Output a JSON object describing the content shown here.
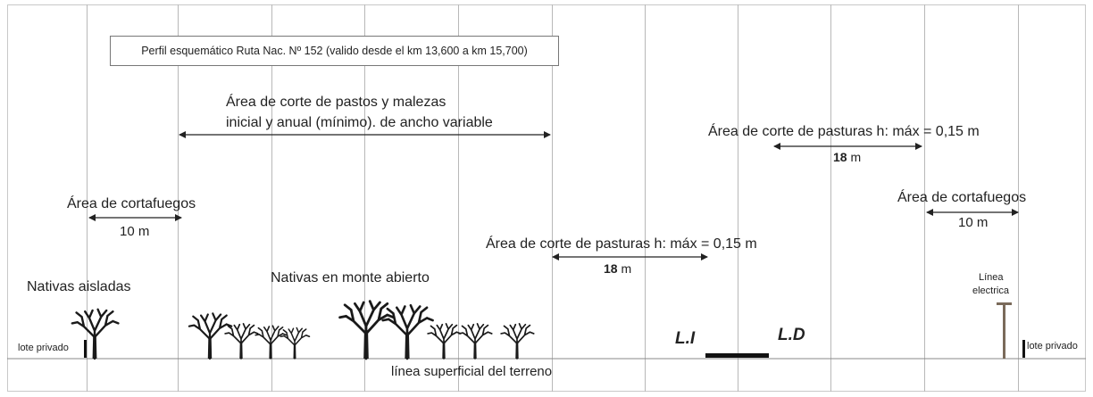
{
  "title_box": "Perfil esquemático Ruta Nac. Nº 152 (valido desde el km 13,600 a km 15,700)",
  "areas": {
    "pastos_line1": "Área de corte de pastos y malezas",
    "pastos_line2": "inicial y anual (mínimo). de ancho variable",
    "pasturas_right_label": "Área de corte de pasturas h: máx = 0,15 m",
    "pasturas_right_num": "18",
    "pasturas_right_unit": " m",
    "pasturas_left_label": "Área de corte de pasturas h: máx = 0,15 m",
    "pasturas_left_num": "18",
    "pasturas_left_unit": " m",
    "cortafuegos_left_label": "Área de cortafuegos",
    "cortafuegos_left_dim": "10 m",
    "cortafuegos_right_label": "Área de cortafuegos",
    "cortafuegos_right_dim": "10 m"
  },
  "vegetation": {
    "nativas_aisladas": "Nativas aisladas",
    "nativas_monte": "Nativas en monte abierto"
  },
  "road": {
    "li": "L.I",
    "ld": "L.D"
  },
  "utility": {
    "linea_line1": "Línea",
    "linea_line2": "electrica"
  },
  "ground": {
    "label": "línea superficial del terreno",
    "lote_left": "lote privado",
    "lote_right": "lote privado"
  },
  "colors": {
    "arrow": "#222222",
    "tree": "#1a1a1a",
    "pole": "#7a6a5a",
    "road": "#111111",
    "grid": "#b8b8b8"
  }
}
